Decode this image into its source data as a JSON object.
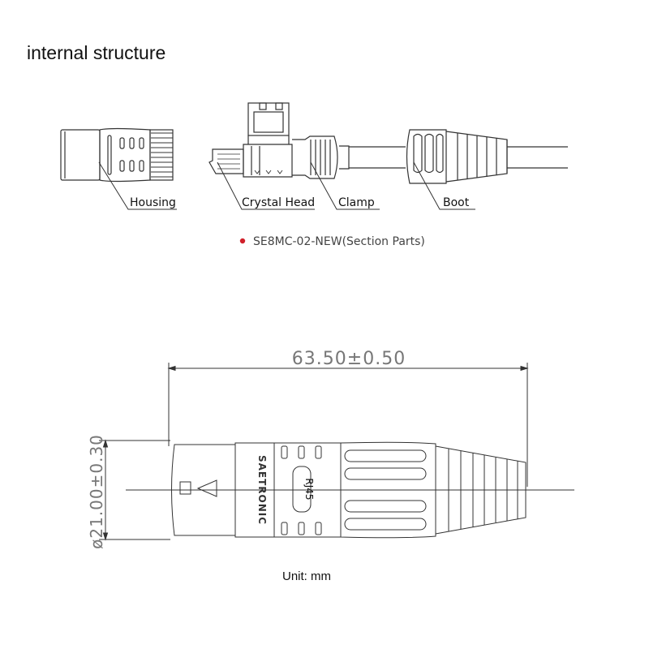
{
  "title": "internal structure",
  "parts": {
    "labels": [
      "Housing",
      "Crystal Head",
      "Clamp",
      "Boot"
    ],
    "caption": "SE8MC-02-NEW(Section Parts)",
    "caption_bullet_color": "#d0202a"
  },
  "dimensions": {
    "length": "63.50±0.50",
    "diameter": "ø21.00±0.30",
    "brand_text": "SAETRONIC",
    "model_text": "RJ45",
    "unit": "Unit: mm"
  },
  "colors": {
    "line": "#333333",
    "text": "#111111",
    "dim_text": "#777777"
  }
}
